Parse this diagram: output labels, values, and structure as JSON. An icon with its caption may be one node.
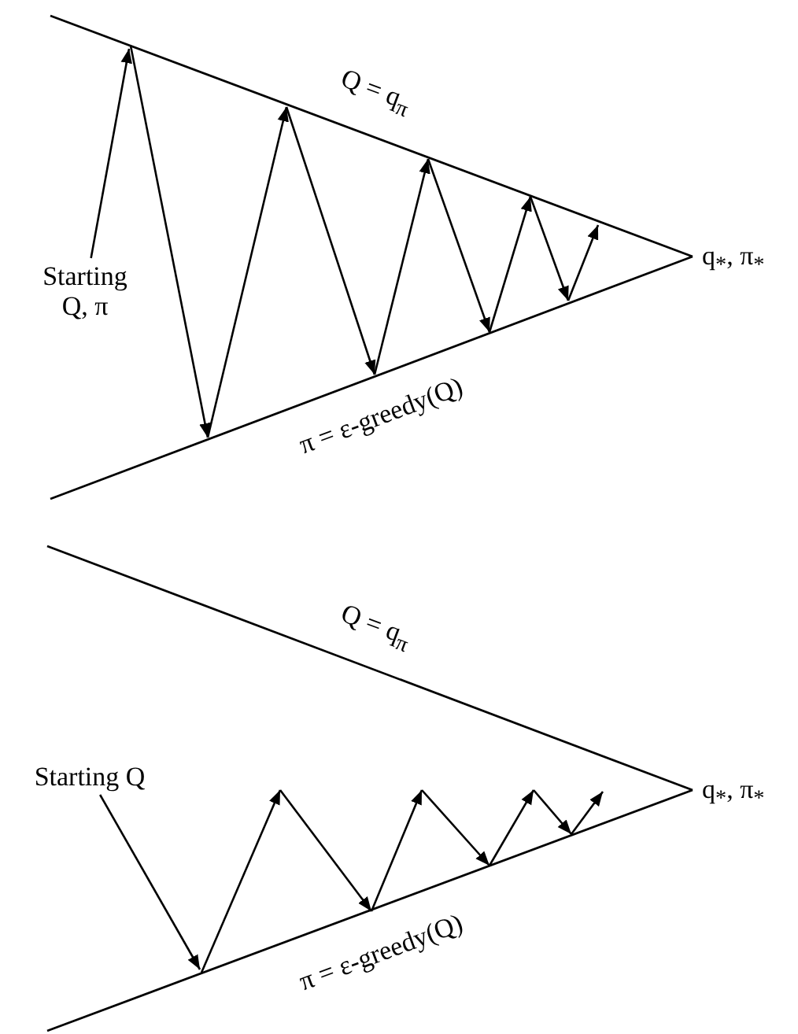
{
  "diagram": {
    "nodes": [
      {
        "text": [
          "Starting Q, π"
        ]
      },
      {
        "text": [
          "Starting Q"
        ]
      }
    ],
    "edges": [
      {
        "from": 0,
        "to": null,
        "arrow": "to"
      },
      {
        "from": 1,
        "to": null,
        "arrow": "to"
      }
    ],
    "labels": [
      "Q = q$_{π}$",
      "q$_{*}$, π$_{*}$",
      "π = ε-greedy(Q)",
      "Q = q$_{π}$",
      "q$_{*}$, π$_{*}$",
      "π = ε-greedy(Q)"
    ]
  }
}
